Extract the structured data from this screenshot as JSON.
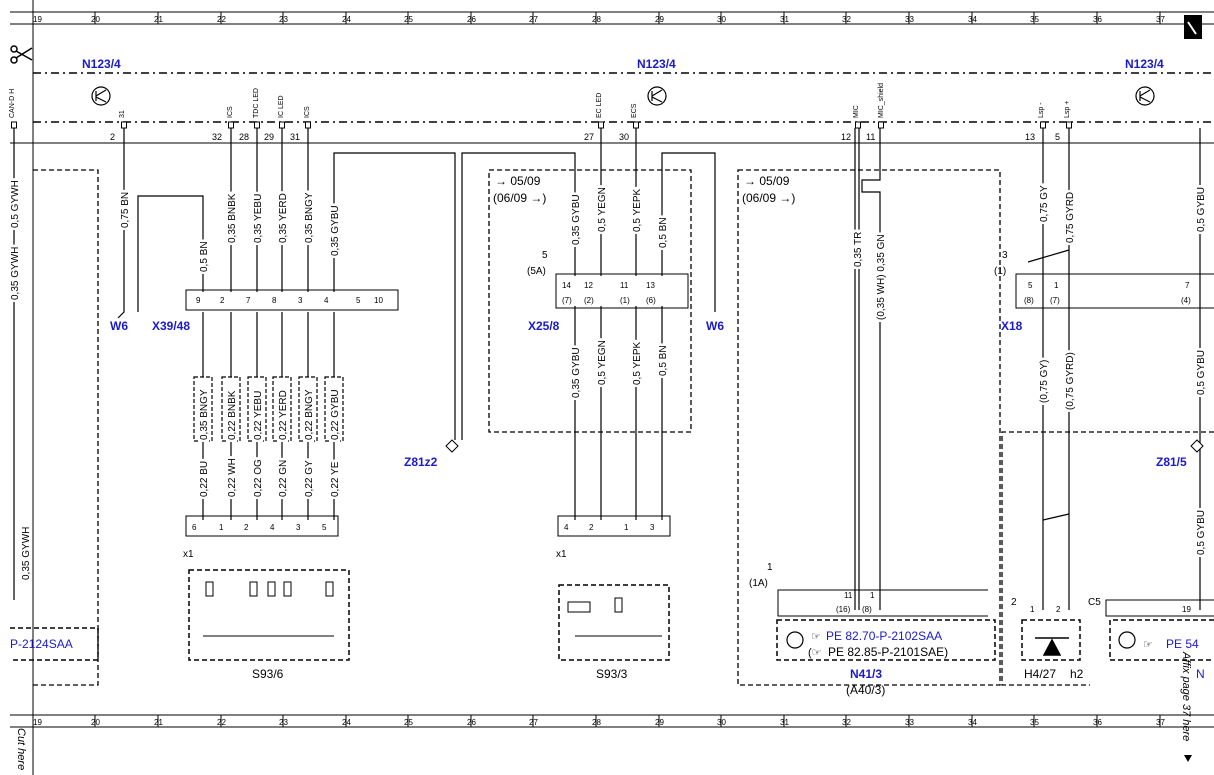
{
  "grid_numbers": [
    "19",
    "20",
    "21",
    "22",
    "23",
    "24",
    "25",
    "26",
    "27",
    "28",
    "29",
    "30",
    "31",
    "32",
    "33",
    "34",
    "35",
    "36",
    "37"
  ],
  "connectors": {
    "n123_left": "N123/4",
    "n123_mid": "N123/4",
    "n123_right": "N123/4",
    "w6_left": "W6",
    "x39": "X39/48",
    "x25": "X25/8",
    "w6_right": "W6",
    "x18": "X18",
    "z81z2": "Z81z2",
    "z81_5": "Z81/5",
    "s93_6": "S93/6",
    "s93_3": "S93/3",
    "n41_3": "N41/3",
    "a40_3": "(A40/3)",
    "h4_27": "H4/27",
    "h2": "h2",
    "c5": "C5"
  },
  "pin_labels": {
    "can_d_h": "CAN-D H",
    "p31a": "31",
    "ics": "ICS",
    "tdc_led": "TDC LED",
    "ic_led": "IC LED",
    "ics2": "ICS",
    "ec_led": "EC LED",
    "ecs": "ECS",
    "mic": "MIC",
    "mic_shield": "MIC_shield",
    "lsp_minus": "Lsp -",
    "lsp_plus": "Lsp +"
  },
  "pin_numbers": {
    "p2": "2",
    "p32": "32",
    "p28": "28",
    "p29": "29",
    "p31": "31",
    "p27": "27",
    "p30": "30",
    "p12": "12",
    "p11": "11",
    "p13": "13",
    "p5": "5"
  },
  "wires": {
    "w_075bn": "0,75 BN",
    "w_05bn": "0,5 BN",
    "w_035bnbk": "0,35 BNBK",
    "w_035yebu": "0,35 YEBU",
    "w_035yerd": "0,35 YERD",
    "w_035bngy": "0,35 BNGY",
    "w_035gybu": "0,35 GYBU",
    "w_b_035bngy": "0,35 BNGY",
    "w_b_022bnbk": "0,22 BNBK",
    "w_b_022yebu": "0,22 YEBU",
    "w_b_022yerd": "0,22 YERD",
    "w_b_022bngy": "0,22 BNGY",
    "w_b_022gybu": "0,22 GYBU",
    "w_022bu": "0,22 BU",
    "w_022wh": "0,22 WH",
    "w_022og": "0,22 OG",
    "w_022gn": "0,22 GN",
    "w_022gy": "0,22 GY",
    "w_022ye": "0,22 YE",
    "w_m_035gybu": "0,35 GYBU",
    "w_m_05yegn": "0,5 YEGN",
    "w_m_05yepk": "0,5 YEPK",
    "w_m_05bn": "0,5 BN",
    "w_m2_035gybu": "0,35 GYBU",
    "w_m2_05yegn": "0,5 YEGN",
    "w_m2_05yepk": "0,5 YEPK",
    "w_m2_05bn": "0,5 BN",
    "w_035tr": "0,35 TR",
    "w_035wh_gn": "(0,35 WH) 0,35 GN",
    "w_075gy": "0,75 GY",
    "w_075gyrd": "0,75 GYRD",
    "w_p075gy": "(0,75 GY)",
    "w_p075gyrd": "(0,75 GYRD)",
    "w_r05gybu_a": "0,5 GYBU",
    "w_r05gybu_b": "0,5 GYBU",
    "w_r05gybu_c": "0,5 GYBU",
    "w_l035gywh_a": "0,35 GYWH",
    "w_l035gywh_b": "0,5 GYWH",
    "w_l035gywh_c": "0,35 GYWH"
  },
  "boxes": {
    "box1_arrow": "05/09",
    "box1_paren": "(06/09",
    "box2_arrow": "05/09",
    "box2_paren": "(06/09",
    "x25_five": "5",
    "x25_5a": "(5A)",
    "x18_three": "3",
    "x18_one": "(1)",
    "n41_one": "1",
    "n41_1a": "(1A)",
    "h4_two": "2",
    "x1_a": "x1",
    "x1_b": "x1"
  },
  "plug_pins": {
    "x39": [
      "9",
      "2",
      "7",
      "8",
      "3",
      "4",
      "5",
      "10"
    ],
    "x25_top": [
      "14",
      "12",
      "11",
      "13"
    ],
    "x25_bot": [
      "(7)",
      "(2)",
      "(1)",
      "(6)"
    ],
    "x18_top": [
      "5",
      "1",
      "7"
    ],
    "x18_bot": [
      "(8)",
      "(7)",
      "(4)"
    ],
    "s93_6_pins": [
      "6",
      "1",
      "2",
      "4",
      "3",
      "5"
    ],
    "s93_3_pins": [
      "4",
      "2",
      "1",
      "3"
    ],
    "n41_top": [
      "11",
      "1"
    ],
    "n41_bot": [
      "(16)",
      "(8)"
    ],
    "h4_pins": [
      "1",
      "2"
    ],
    "c5_pin": "19"
  },
  "refs": {
    "pe_left": "P-2124SAA",
    "pe_n41_a": "PE 82.70-P-2102SAA",
    "pe_n41_b": "PE 82.85-P-2101SAE",
    "pe_right": "PE 54",
    "n_right": "N",
    "cut_here": "Cut here",
    "fix_page": "Affix page 37 here"
  }
}
